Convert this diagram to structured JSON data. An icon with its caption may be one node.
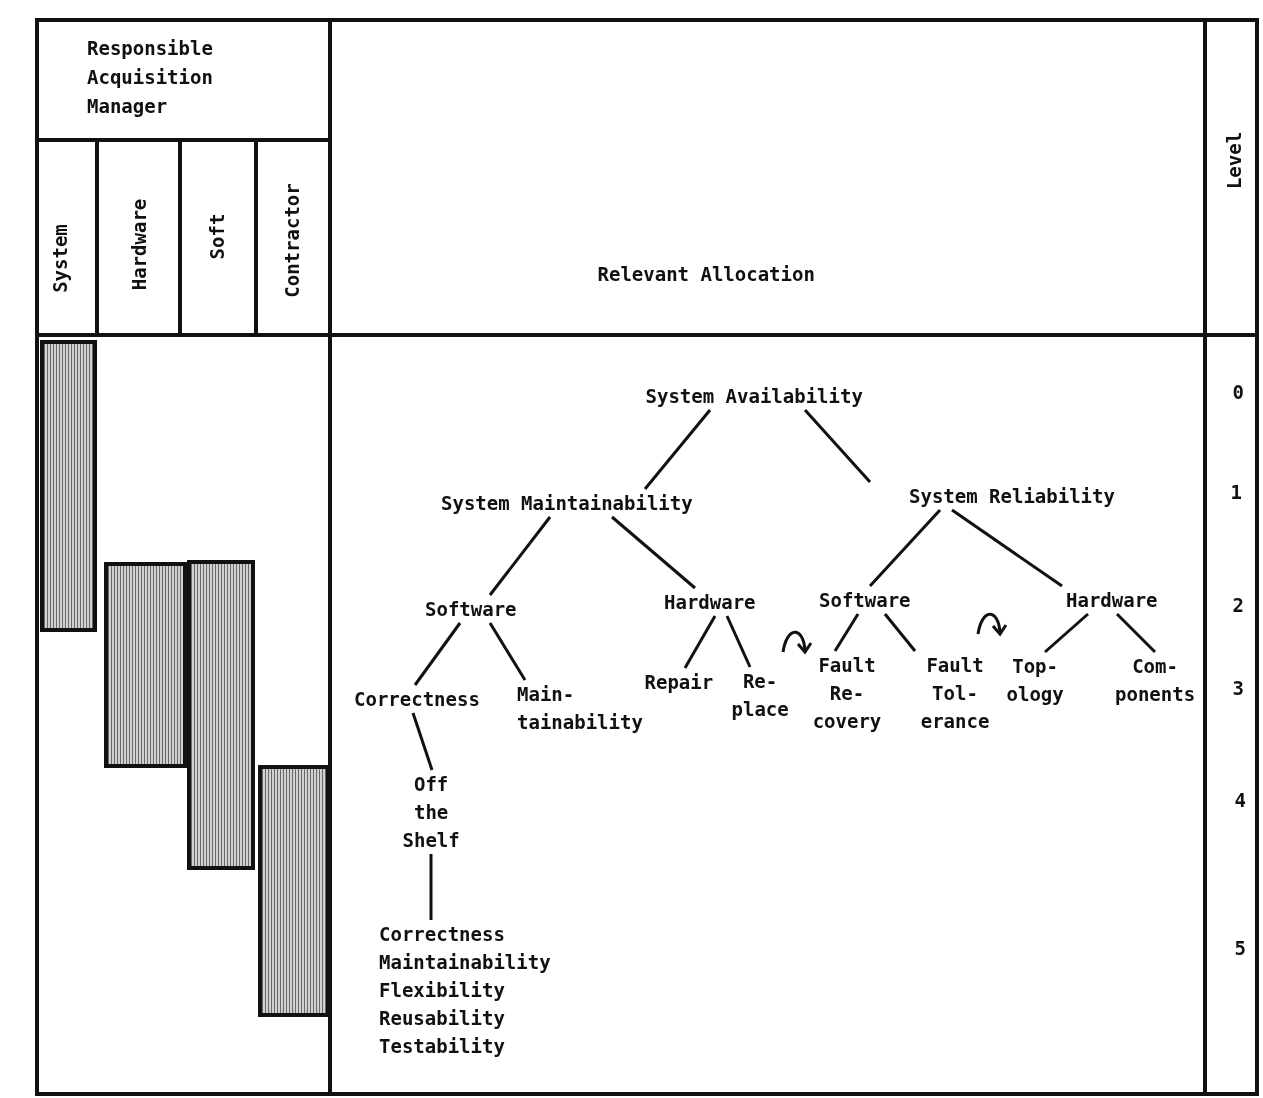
{
  "diagram": {
    "nodes": [
      {
        "text": [
          "System Availability"
        ]
      },
      {
        "text": [
          "System Maintainability"
        ]
      },
      {
        "text": [
          "System Reliability"
        ]
      },
      {
        "text": [
          "Software"
        ]
      },
      {
        "text": [
          "Hardware"
        ]
      },
      {
        "text": [
          "Software"
        ]
      },
      {
        "text": [
          "Hardware"
        ]
      },
      {
        "text": [
          "Correctness"
        ]
      },
      {
        "text": [
          "Main- tainability"
        ]
      },
      {
        "text": [
          "Repair"
        ]
      },
      {
        "text": [
          "Re- place"
        ]
      },
      {
        "text": [
          "Fault Re- covery"
        ]
      },
      {
        "text": [
          "Fault Tol- erance"
        ]
      },
      {
        "text": [
          "Top- ology"
        ]
      },
      {
        "text": [
          "Com- ponents"
        ]
      },
      {
        "text": [
          "Off the Shelf"
        ]
      },
      {
        "text": [
          "Correctness",
          "Maintainability",
          "Flexibility",
          "Reusability",
          "Testability"
        ]
      },
      {
        "text": [],
        "shape": "bar"
      },
      {
        "text": [],
        "shape": "bar"
      },
      {
        "text": [],
        "shape": "bar"
      },
      {
        "text": [],
        "shape": "bar"
      }
    ],
    "edges": [
      {
        "from": 0,
        "to": 1,
        "arrow": "none"
      },
      {
        "from": 0,
        "to": 2,
        "arrow": "none"
      },
      {
        "from": 1,
        "to": 3,
        "arrow": "none"
      },
      {
        "from": 1,
        "to": 4,
        "arrow": "none"
      },
      {
        "from": 2,
        "to": 5,
        "arrow": "none"
      },
      {
        "from": 2,
        "to": 6,
        "arrow": "none"
      },
      {
        "from": 3,
        "to": 7,
        "arrow": "none"
      },
      {
        "from": 3,
        "to": 8,
        "arrow": "none"
      },
      {
        "from": 4,
        "to": 9,
        "arrow": "none"
      },
      {
        "from": 4,
        "to": 10,
        "arrow": "none"
      },
      {
        "from": 5,
        "to": 11,
        "arrow": "none"
      },
      {
        "from": 5,
        "to": 12,
        "arrow": "none"
      },
      {
        "from": 6,
        "to": 13,
        "arrow": "none"
      },
      {
        "from": 6,
        "to": 14,
        "arrow": "none"
      },
      {
        "from": 7,
        "to": 15,
        "arrow": "none"
      },
      {
        "from": 15,
        "to": 16,
        "arrow": "none"
      }
    ],
    "labels": [
      "Responsible Acquisition Manager",
      "System",
      "Hardware",
      "Soft",
      "Contractor",
      "Relevant Allocation",
      "Level",
      "0",
      "1",
      "2",
      "3",
      "4",
      "5"
    ]
  }
}
